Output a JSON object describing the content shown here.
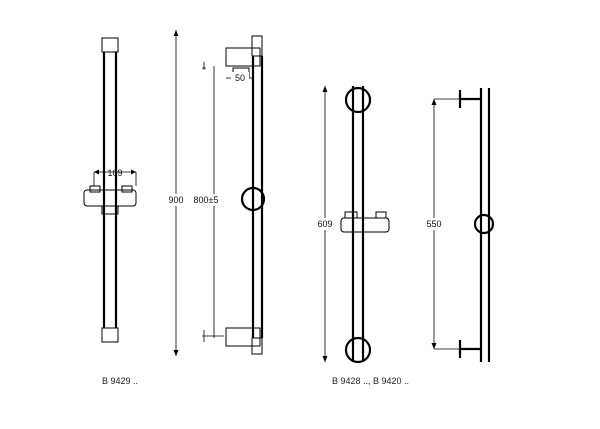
{
  "drawings": [
    {
      "model": "B 9429 ..",
      "dimensions": {
        "holder_width": "109",
        "overall_length": "900",
        "mount_spacing": "800±5",
        "bracket_offset": "50"
      }
    },
    {
      "model": "B 9428 .., B 9420 ..",
      "dimensions": {
        "overall_length": "609",
        "mount_spacing": "550"
      }
    }
  ],
  "colors": {
    "line": "#000000",
    "background": "#ffffff"
  }
}
